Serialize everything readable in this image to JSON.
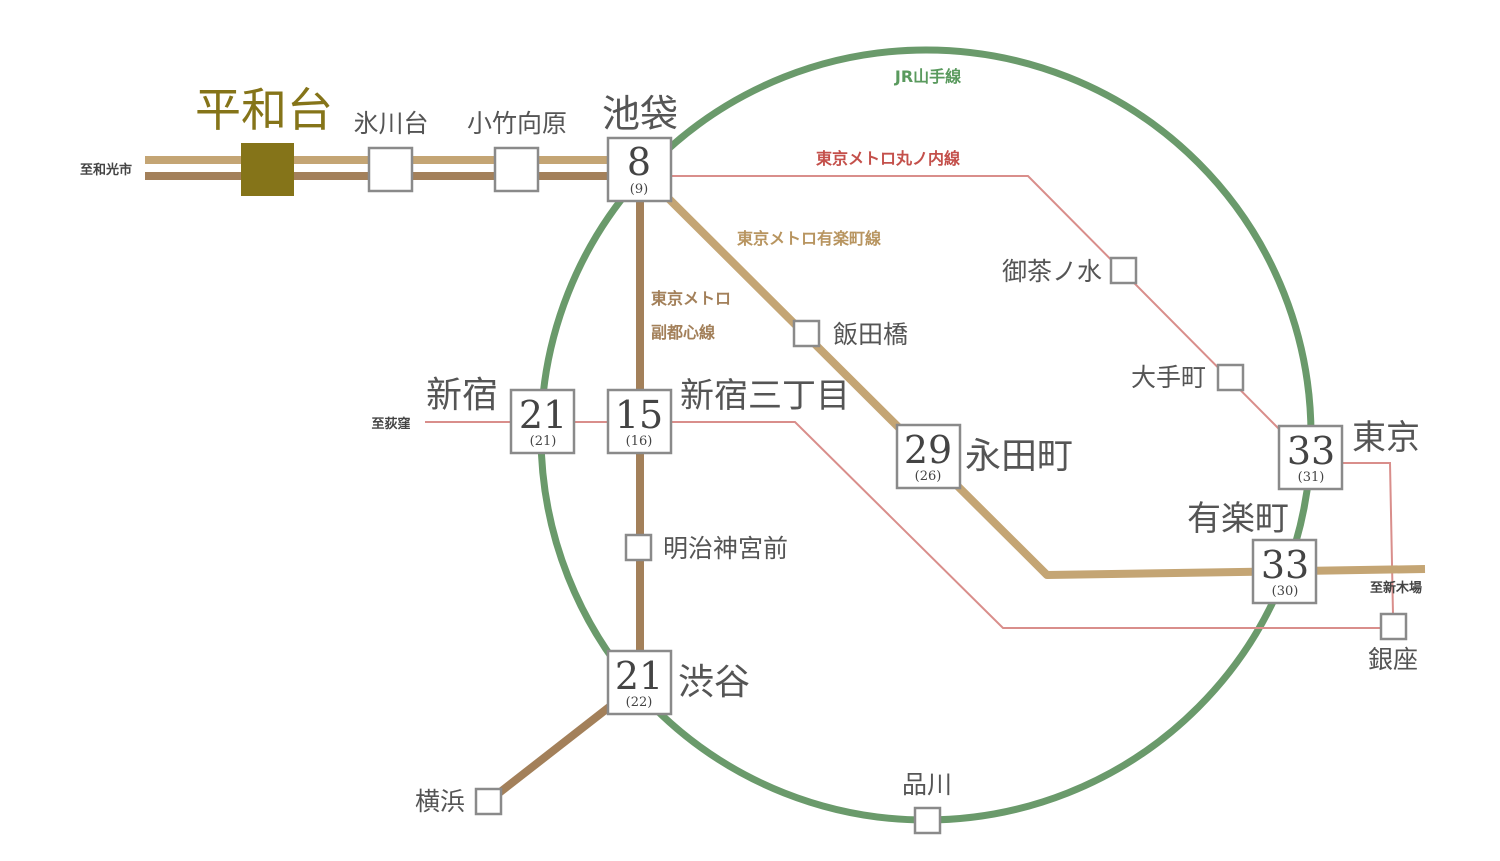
{
  "colors": {
    "yamanote": "#6a9a6b",
    "yurakucho": "#c4a574",
    "fukutoshin": "#a3805a",
    "marunouchi": "#d98e8b",
    "heiwadai": "#857419",
    "line_label_red": "#c4504b"
  },
  "lines": {
    "yamanote": "JR山手線",
    "marunouchi": "東京メトロ丸ノ内線",
    "yurakucho": "東京メトロ有楽町線",
    "fukutoshin_1": "東京メトロ",
    "fukutoshin_2": "副都心線"
  },
  "directions": {
    "wakoshi": "至和光市",
    "ogikubo": "至荻窪",
    "shinkiba": "至新木場"
  },
  "stations": {
    "heiwadai": "平和台",
    "hikawadai": "氷川台",
    "kotake": "小竹向原",
    "ikebukuro": {
      "name": "池袋",
      "min": "8",
      "alt": "(9)"
    },
    "shinjuku": {
      "name": "新宿",
      "min": "21",
      "alt": "(21)"
    },
    "shinjuku3": {
      "name": "新宿三丁目",
      "min": "15",
      "alt": "(16)"
    },
    "shibuya": {
      "name": "渋谷",
      "min": "21",
      "alt": "(22)"
    },
    "nagatacho": {
      "name": "永田町",
      "min": "29",
      "alt": "(26)"
    },
    "tokyo": {
      "name": "東京",
      "min": "33",
      "alt": "(31)"
    },
    "yurakucho": {
      "name": "有楽町",
      "min": "33",
      "alt": "(30)"
    },
    "iidabashi": "飯田橋",
    "ochanomizu": "御茶ノ水",
    "otemachi": "大手町",
    "meiji": "明治神宮前",
    "yokohama": "横浜",
    "shinagawa": "品川",
    "ginza": "銀座"
  }
}
